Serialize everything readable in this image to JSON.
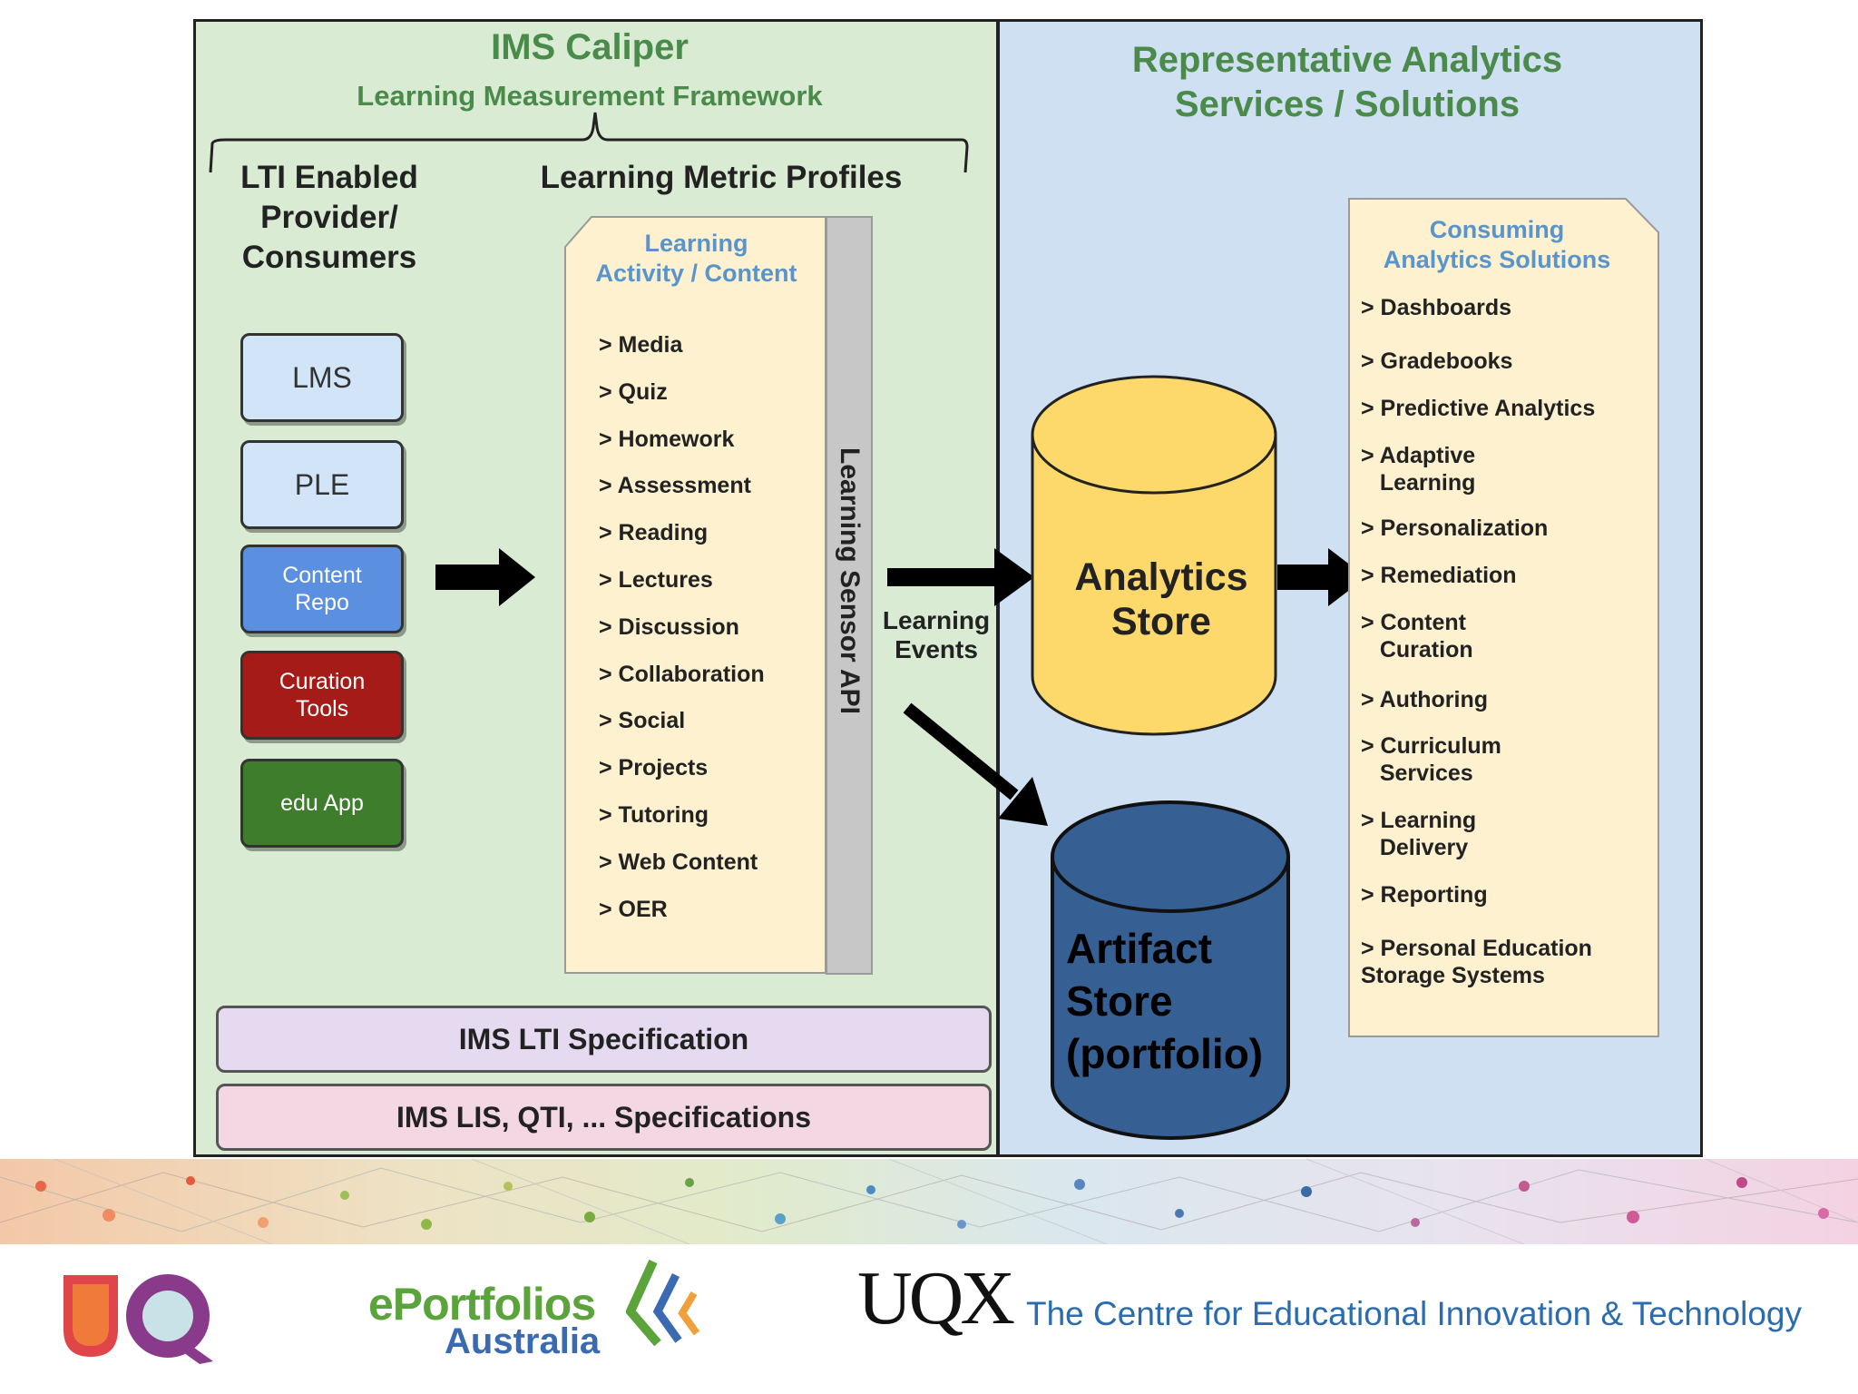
{
  "caliper": {
    "title": "IMS Caliper",
    "subtitle": "Learning Measurement Framework",
    "lti_heading": "LTI Enabled\nProvider/\nConsumers",
    "profiles_heading": "Learning Metric Profiles"
  },
  "providers": [
    {
      "label": "LMS",
      "bg": "#d2e5f8",
      "fg": "#333333"
    },
    {
      "label": "PLE",
      "bg": "#d2e5f8",
      "fg": "#333333"
    },
    {
      "label": "Content\nRepo",
      "bg": "#5b8fe0",
      "fg": "#ffffff"
    },
    {
      "label": "Curation\nTools",
      "bg": "#a51b17",
      "fg": "#ffffff"
    },
    {
      "label": "edu App",
      "bg": "#3d7d2c",
      "fg": "#ffffff"
    }
  ],
  "activity": {
    "title": "Learning\nActivity / Content",
    "items": [
      "> Media",
      "> Quiz",
      "> Homework",
      "> Assessment",
      "> Reading",
      "> Lectures",
      "> Discussion",
      "> Collaboration",
      "> Social",
      "> Projects",
      "> Tutoring",
      "> Web Content",
      "> OER"
    ]
  },
  "sensor_api_label": "Learning Sensor API",
  "events_label": "Learning\nEvents",
  "analytics_right": {
    "title": "Representative Analytics\nServices / Solutions"
  },
  "analytics_store": {
    "label": "Analytics\nStore",
    "color": "#fcd96a"
  },
  "artifact_store": {
    "label": "Artifact\nStore\n(portfolio)",
    "color": "#365f93"
  },
  "consuming": {
    "title": "Consuming\nAnalytics Solutions",
    "items": [
      "> Dashboards",
      "> Gradebooks",
      "> Predictive Analytics",
      "> Adaptive\n   Learning",
      "> Personalization",
      "> Remediation",
      "> Content\n   Curation",
      "> Authoring",
      "> Curriculum\n   Services",
      "> Learning\n   Delivery",
      "> Reporting",
      "> Personal Education\nStorage Systems"
    ]
  },
  "specs": {
    "lti": "IMS LTI Specification",
    "lis": "IMS LIS, QTI, ... Specifications"
  },
  "footer": {
    "eportfolios_line1": "ePortfolios",
    "eportfolios_line2": "Australia",
    "uqx": "UQX",
    "centre": "The Centre for Educational Innovation & Technology"
  }
}
